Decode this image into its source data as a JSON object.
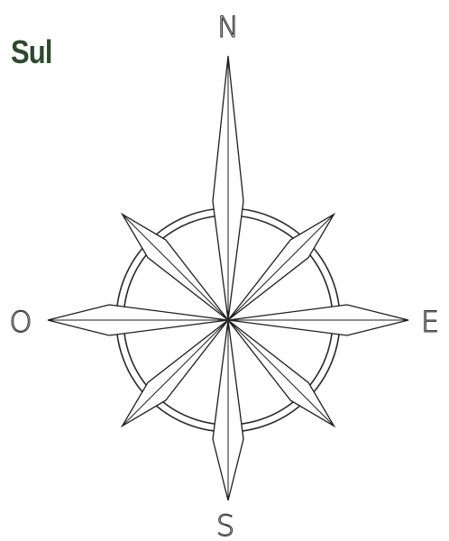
{
  "title": "Sul",
  "title_color": "#2c4a2c",
  "directions": {
    "north": "N",
    "east": "E",
    "south": "S",
    "west": "O"
  },
  "icon": "compass-rose-icon"
}
